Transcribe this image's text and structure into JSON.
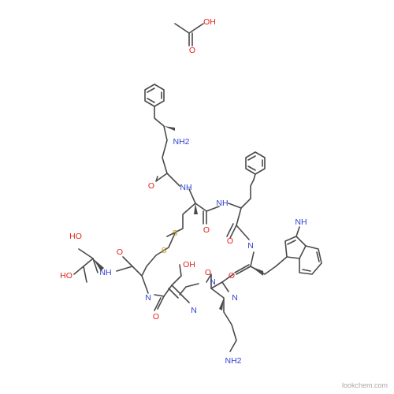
{
  "atom_labels": {
    "acetic_acid_o": "O",
    "acetic_acid_oh": "OH",
    "phe1_nh2": "NH2",
    "phe1_carbonyl_o": "O",
    "cys_nh": "N​H",
    "cys_carbonyl_o": "O",
    "phe2_nh": "N​H",
    "phe2_carbonyl_o": "O",
    "disulfide_s1": "S",
    "disulfide_s2": "S",
    "trp_nh_amide": "N",
    "trp_indole_nh": "N​H",
    "trp_carbonyl_o": "O",
    "thr_ol_oh1": "HO",
    "thr_ol_oh2": "HO",
    "thr_ol_amide_nh": "NH",
    "cys2_carbonyl_o": "O",
    "cys2_n": "N",
    "thr_oh": "OH",
    "thr_n": "N",
    "thr_carbonyl_o": "O",
    "lys_n": "N",
    "lys_carbonyl_o": "O",
    "lys_nh2": "NH2",
    "lys_nh_ring": "N"
  },
  "colors": {
    "bond": "#4a4a4a",
    "oxygen": "#e8201b",
    "nitrogen": "#2f3fd0",
    "sulfur": "#c8a012",
    "watermark": "#a8a8a8"
  },
  "watermark": "lookchem.com"
}
